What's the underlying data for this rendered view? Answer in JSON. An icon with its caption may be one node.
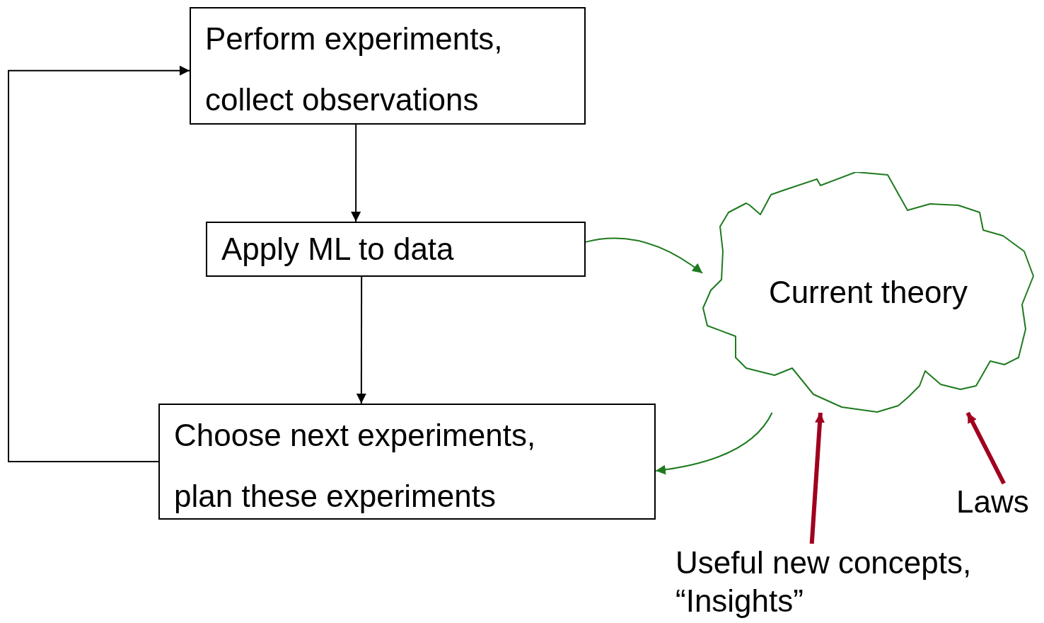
{
  "diagram": {
    "nodes": [
      {
        "text": [
          "Perform experiments, collect observations"
        ]
      },
      {
        "text": [
          "Apply ML to data"
        ]
      },
      {
        "text": [
          "Choose next experiments, plan these experiments"
        ]
      },
      {
        "text": [
          "Current theory"
        ]
      },
      {
        "text": [
          "Useful new concepts, “Insights”"
        ]
      },
      {
        "text": [
          "Laws"
        ]
      }
    ],
    "edges": [
      {
        "from": 0,
        "to": 1,
        "arrow": "to"
      },
      {
        "from": 1,
        "to": 2,
        "arrow": "to"
      },
      {
        "from": 2,
        "to": 0,
        "arrow": "to"
      },
      {
        "from": 1,
        "to": 3,
        "arrow": "to",
        "color": "#1e7a1e"
      },
      {
        "from": 3,
        "to": 2,
        "arrow": "to",
        "color": "#1e7a1e"
      },
      {
        "from": 4,
        "to": 3,
        "arrow": "to",
        "style": "thick",
        "color": "#a0001e"
      },
      {
        "from": 5,
        "to": 3,
        "arrow": "to",
        "style": "thick",
        "color": "#a0001e"
      }
    ]
  }
}
